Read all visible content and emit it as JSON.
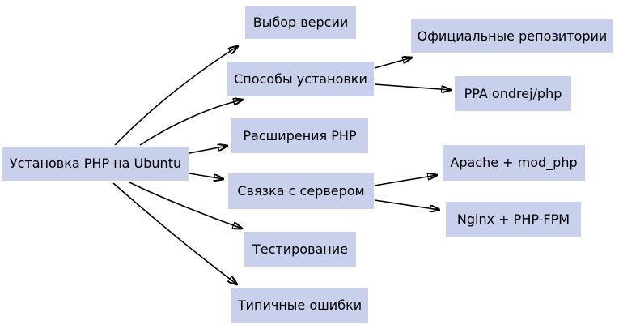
{
  "colors": {
    "node_fill": "#c9d0ec",
    "edge": "#000000",
    "text": "#000000",
    "background": "#ffffff"
  },
  "nodes": {
    "root": "Установка PHP на Ubuntu",
    "version": "Выбор версии",
    "install": "Способы установки",
    "official": "Официальные репозитории",
    "ppa": "PPA ondrej/php",
    "extensions": "Расширения PHP",
    "server": "Связка с сервером",
    "apache": "Apache + mod_php",
    "nginx": "Nginx + PHP-FPM",
    "testing": "Тестирование",
    "errors": "Типичные ошибки"
  },
  "edges": [
    {
      "from": "Установка PHP на Ubuntu",
      "to": "Выбор версии"
    },
    {
      "from": "Установка PHP на Ubuntu",
      "to": "Способы установки"
    },
    {
      "from": "Установка PHP на Ubuntu",
      "to": "Расширения PHP"
    },
    {
      "from": "Установка PHP на Ubuntu",
      "to": "Связка с сервером"
    },
    {
      "from": "Установка PHP на Ubuntu",
      "to": "Тестирование"
    },
    {
      "from": "Установка PHP на Ubuntu",
      "to": "Типичные ошибки"
    },
    {
      "from": "Способы установки",
      "to": "Официальные репозитории"
    },
    {
      "from": "Способы установки",
      "to": "PPA ondrej/php"
    },
    {
      "from": "Связка с сервером",
      "to": "Apache + mod_php"
    },
    {
      "from": "Связка с сервером",
      "to": "Nginx + PHP-FPM"
    }
  ]
}
